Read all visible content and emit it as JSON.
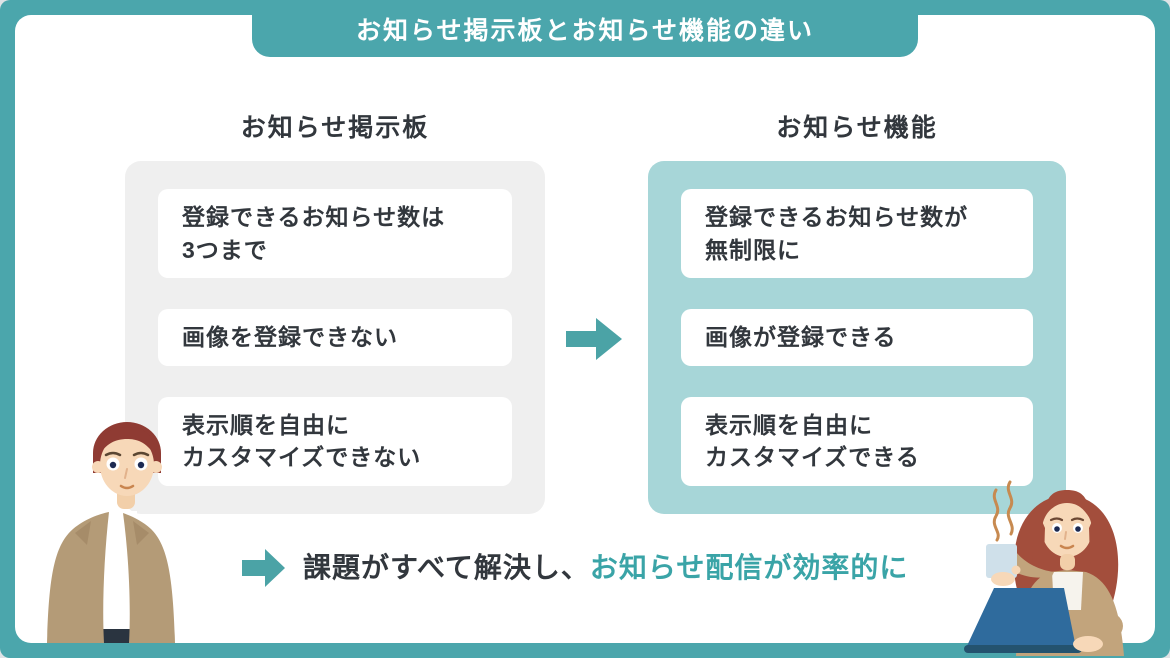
{
  "title_banner": {
    "text": "お知らせ掲示板とお知らせ機能の違い"
  },
  "comparison": {
    "left": {
      "header": "お知らせ掲示板",
      "items": [
        "登録できるお知らせ数は\n3つまで",
        "画像を登録できない",
        "表示順を自由に\nカスタマイズできない"
      ]
    },
    "right": {
      "header": "お知らせ機能",
      "items": [
        "登録できるお知らせ数が\n無制限に",
        "画像が登録できる",
        "表示順を自由に\nカスタマイズできる"
      ]
    }
  },
  "conclusion": {
    "prefix": "課題がすべて解決し、",
    "highlight": "お知らせ配信が効率的に"
  },
  "icons": {
    "comparison_arrow": "arrow-right",
    "conclusion_arrow": "arrow-right"
  },
  "illustrations": {
    "left": "man-office-worker",
    "right": "woman-with-laptop-and-coffee"
  },
  "colors": {
    "frame": "#4BA6AC",
    "panel_left": "#EFEFEF",
    "panel_right": "#A7D6D8",
    "card": "#FFFFFF",
    "text_dark": "#32373D",
    "accent": "#3AA4A7",
    "arrow": "#4BA3A6"
  }
}
